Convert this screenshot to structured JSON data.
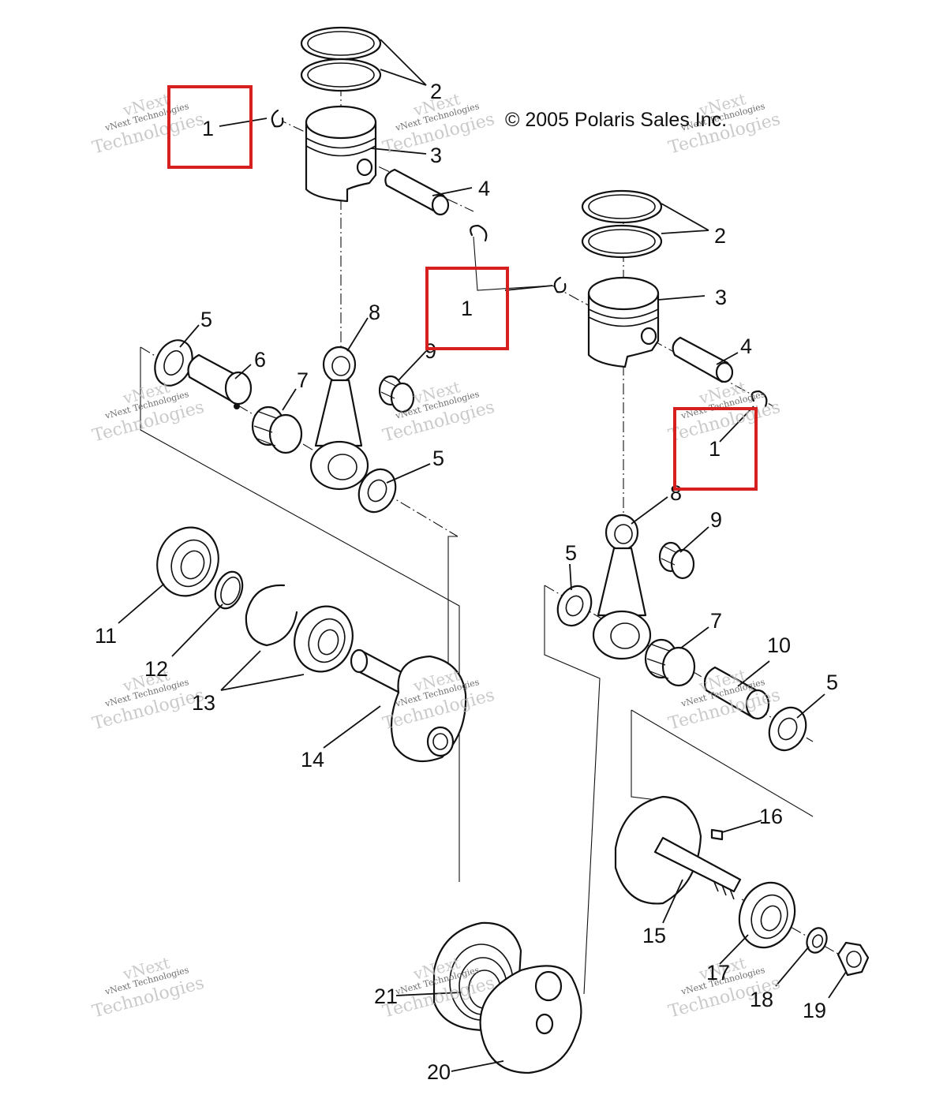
{
  "copyright": "© 2005 Polaris Sales Inc.",
  "watermark": {
    "line1": "vNext",
    "line2": "vNext Technologies",
    "line3": "Technologies"
  },
  "highlight_color": "#d62020",
  "callouts": {
    "c1a": "1",
    "c1b": "1",
    "c1c": "1",
    "c2a": "2",
    "c2b": "2",
    "c3a": "3",
    "c3b": "3",
    "c4a": "4",
    "c4b": "4",
    "c5a": "5",
    "c5b": "5",
    "c5c": "5",
    "c5d": "5",
    "c6": "6",
    "c7a": "7",
    "c7b": "7",
    "c8a": "8",
    "c8b": "8",
    "c9a": "9",
    "c9b": "9",
    "c10": "10",
    "c11": "11",
    "c12": "12",
    "c13": "13",
    "c14": "14",
    "c15": "15",
    "c16": "16",
    "c17": "17",
    "c18": "18",
    "c19": "19",
    "c20": "20",
    "c21": "21"
  }
}
